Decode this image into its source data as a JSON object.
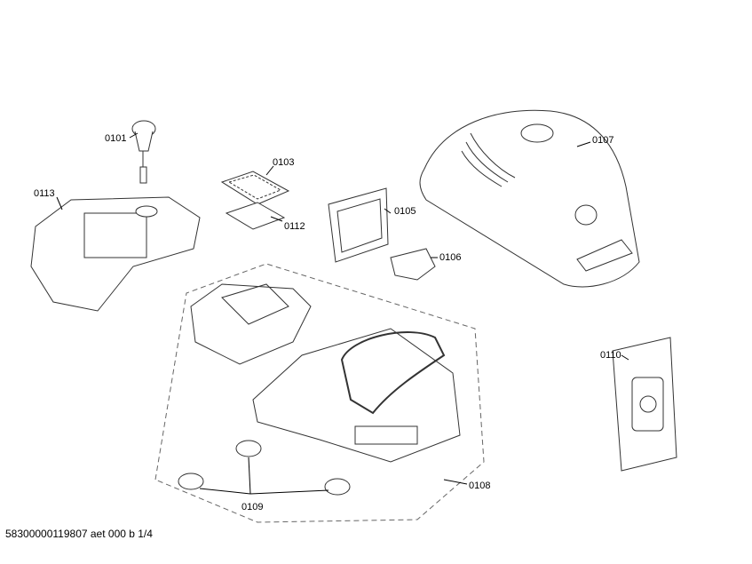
{
  "parts": [
    {
      "id": "0101"
    },
    {
      "id": "0103"
    },
    {
      "id": "0112"
    },
    {
      "id": "0113"
    },
    {
      "id": "0105"
    },
    {
      "id": "0106"
    },
    {
      "id": "0107"
    },
    {
      "id": "0110"
    },
    {
      "id": "0108"
    },
    {
      "id": "0109"
    }
  ],
  "footer": "58300000119807 aet 000 b 1/4"
}
